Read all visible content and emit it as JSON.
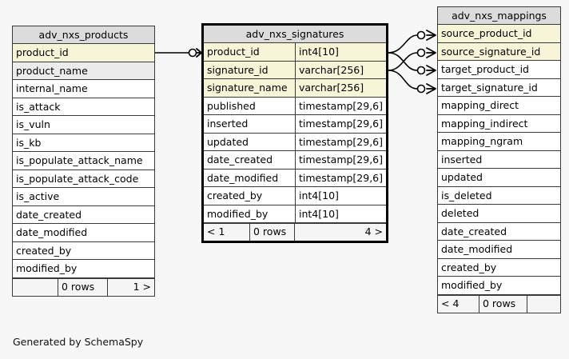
{
  "diagram": {
    "caption": "Generated by SchemaSpy",
    "background": "#f7f7f7",
    "pk_color": "#f6f5d7",
    "index_color": "#ececec",
    "title_color": "#dcdcdc"
  },
  "tables": {
    "products": {
      "title": "adv_nxs_products",
      "columns": [
        {
          "name": "product_id",
          "type": "",
          "style": "pk"
        },
        {
          "name": "product_name",
          "type": "",
          "style": "idx"
        },
        {
          "name": "internal_name",
          "type": "",
          "style": "plain"
        },
        {
          "name": "is_attack",
          "type": "",
          "style": "plain"
        },
        {
          "name": "is_vuln",
          "type": "",
          "style": "plain"
        },
        {
          "name": "is_kb",
          "type": "",
          "style": "plain"
        },
        {
          "name": "is_populate_attack_name",
          "type": "",
          "style": "plain"
        },
        {
          "name": "is_populate_attack_code",
          "type": "",
          "style": "plain"
        },
        {
          "name": "is_active",
          "type": "",
          "style": "plain"
        },
        {
          "name": "date_created",
          "type": "",
          "style": "plain"
        },
        {
          "name": "date_modified",
          "type": "",
          "style": "plain"
        },
        {
          "name": "created_by",
          "type": "",
          "style": "plain"
        },
        {
          "name": "modified_by",
          "type": "",
          "style": "plain"
        }
      ],
      "footer": {
        "left": "",
        "middle": "0 rows",
        "right": "1 >"
      }
    },
    "signatures": {
      "title": "adv_nxs_signatures",
      "columns": [
        {
          "name": "product_id",
          "type": "int4[10]",
          "style": "pk"
        },
        {
          "name": "signature_id",
          "type": "varchar[256]",
          "style": "pk"
        },
        {
          "name": "signature_name",
          "type": "varchar[256]",
          "style": "pk"
        },
        {
          "name": "published",
          "type": "timestamp[29,6]",
          "style": "plain"
        },
        {
          "name": "inserted",
          "type": "timestamp[29,6]",
          "style": "plain"
        },
        {
          "name": "updated",
          "type": "timestamp[29,6]",
          "style": "plain"
        },
        {
          "name": "date_created",
          "type": "timestamp[29,6]",
          "style": "plain"
        },
        {
          "name": "date_modified",
          "type": "timestamp[29,6]",
          "style": "plain"
        },
        {
          "name": "created_by",
          "type": "int4[10]",
          "style": "plain"
        },
        {
          "name": "modified_by",
          "type": "int4[10]",
          "style": "plain"
        }
      ],
      "footer": {
        "left": "< 1",
        "middle": "0 rows",
        "right": "4 >"
      }
    },
    "mappings": {
      "title": "adv_nxs_mappings",
      "columns": [
        {
          "name": "source_product_id",
          "type": "",
          "style": "pk"
        },
        {
          "name": "source_signature_id",
          "type": "",
          "style": "pk"
        },
        {
          "name": "target_product_id",
          "type": "",
          "style": "plain"
        },
        {
          "name": "target_signature_id",
          "type": "",
          "style": "plain"
        },
        {
          "name": "mapping_direct",
          "type": "",
          "style": "plain"
        },
        {
          "name": "mapping_indirect",
          "type": "",
          "style": "plain"
        },
        {
          "name": "mapping_ngram",
          "type": "",
          "style": "plain"
        },
        {
          "name": "inserted",
          "type": "",
          "style": "plain"
        },
        {
          "name": "updated",
          "type": "",
          "style": "plain"
        },
        {
          "name": "is_deleted",
          "type": "",
          "style": "plain"
        },
        {
          "name": "deleted",
          "type": "",
          "style": "plain"
        },
        {
          "name": "date_created",
          "type": "",
          "style": "plain"
        },
        {
          "name": "date_modified",
          "type": "",
          "style": "plain"
        },
        {
          "name": "created_by",
          "type": "",
          "style": "plain"
        },
        {
          "name": "modified_by",
          "type": "",
          "style": "plain"
        }
      ],
      "footer": {
        "left": "< 4",
        "middle": "0 rows",
        "right": ""
      }
    }
  },
  "relationships": [
    {
      "from": "products.product_id",
      "to": "signatures.product_id"
    },
    {
      "from": "signatures.product_id",
      "to": "mappings.source_product_id"
    },
    {
      "from": "signatures.signature_id",
      "to": "mappings.source_signature_id"
    },
    {
      "from": "signatures.product_id",
      "to": "mappings.target_product_id"
    },
    {
      "from": "signatures.signature_id",
      "to": "mappings.target_signature_id"
    }
  ]
}
